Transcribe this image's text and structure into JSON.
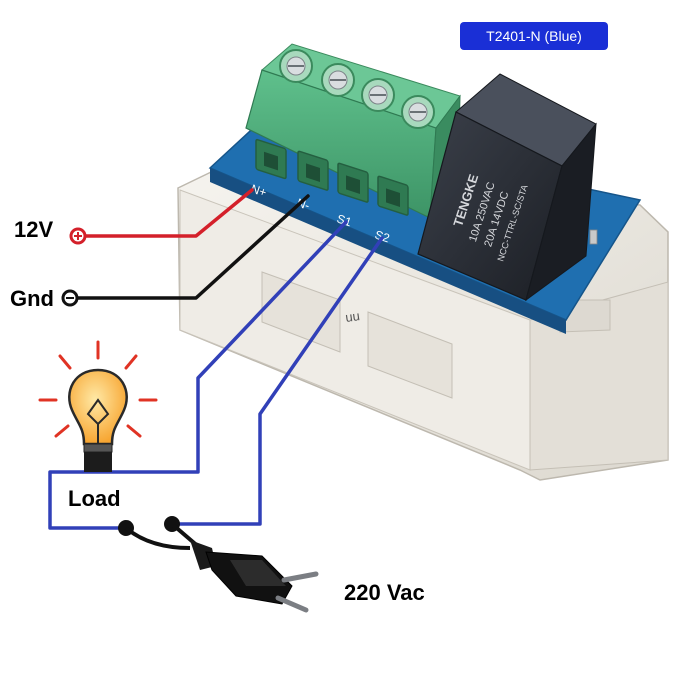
{
  "badge": {
    "text": "T2401-N (Blue)",
    "color": "#1a2fd6"
  },
  "labels": {
    "supply_plus": "12V",
    "supply_ground": "Gnd",
    "load": "Load",
    "mains": "220 Vac"
  },
  "terminals": [
    "N+",
    "N-",
    "S1",
    "S2"
  ],
  "relay": {
    "brand": "TENGKE",
    "line1": "10A 250VAC",
    "line2": "20A 14VDC",
    "model": "NCC-TTRL-SC/STA"
  },
  "colors": {
    "positive_wire": "#d4202a",
    "ground_wire": "#111111",
    "ac_wire": "#3140b8",
    "terminal_block": "#4fae7c",
    "pcb": "#1f6fb0",
    "relay": "#2b2f38",
    "housing": "#efece6"
  },
  "icons": [
    "light-bulb-icon",
    "plug-icon",
    "plus-terminal-icon",
    "minus-terminal-icon"
  ]
}
